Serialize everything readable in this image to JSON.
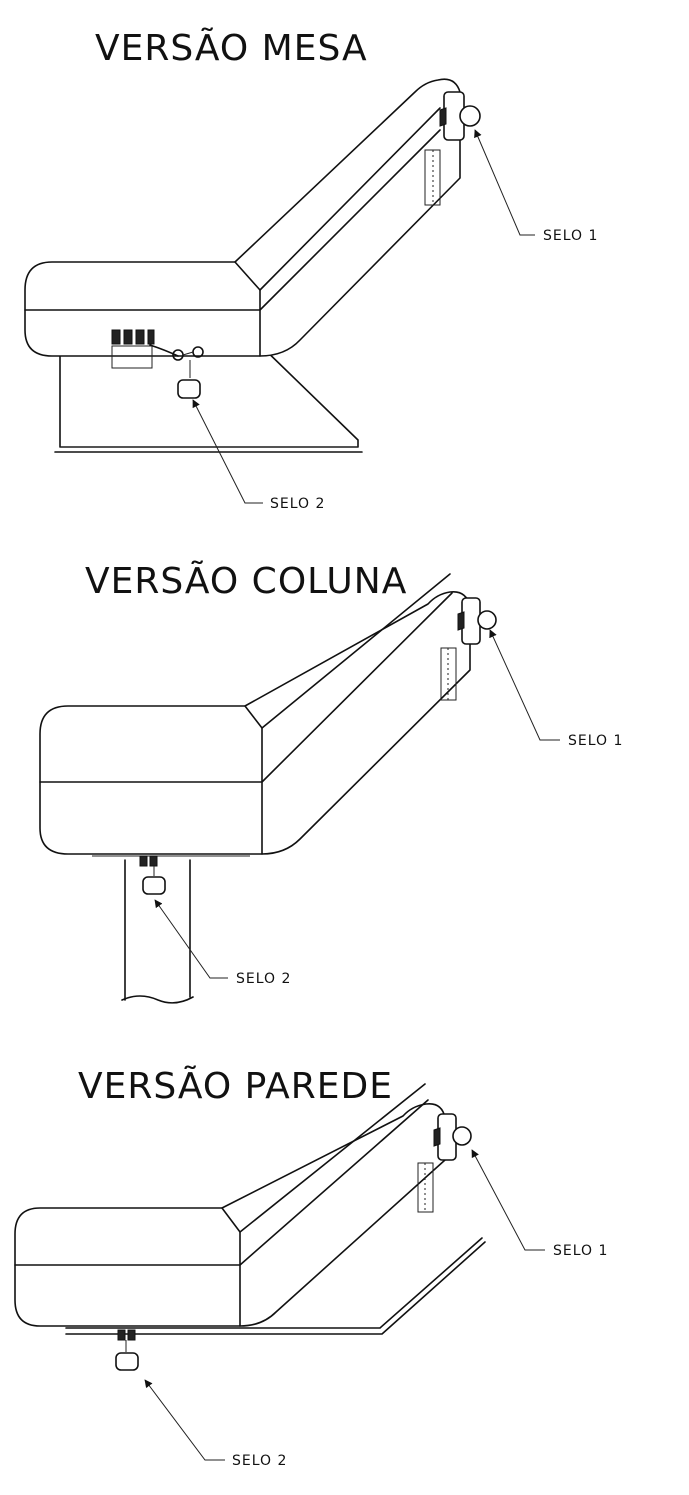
{
  "sections": [
    {
      "title": "VERSÃO MESA",
      "seal1": "SELO 1",
      "seal2": "SELO 2"
    },
    {
      "title": "VERSÃO COLUNA",
      "seal1": "SELO 1",
      "seal2": "SELO 2"
    },
    {
      "title": "VERSÃO PAREDE",
      "seal1": "SELO 1",
      "seal2": "SELO 2"
    }
  ]
}
